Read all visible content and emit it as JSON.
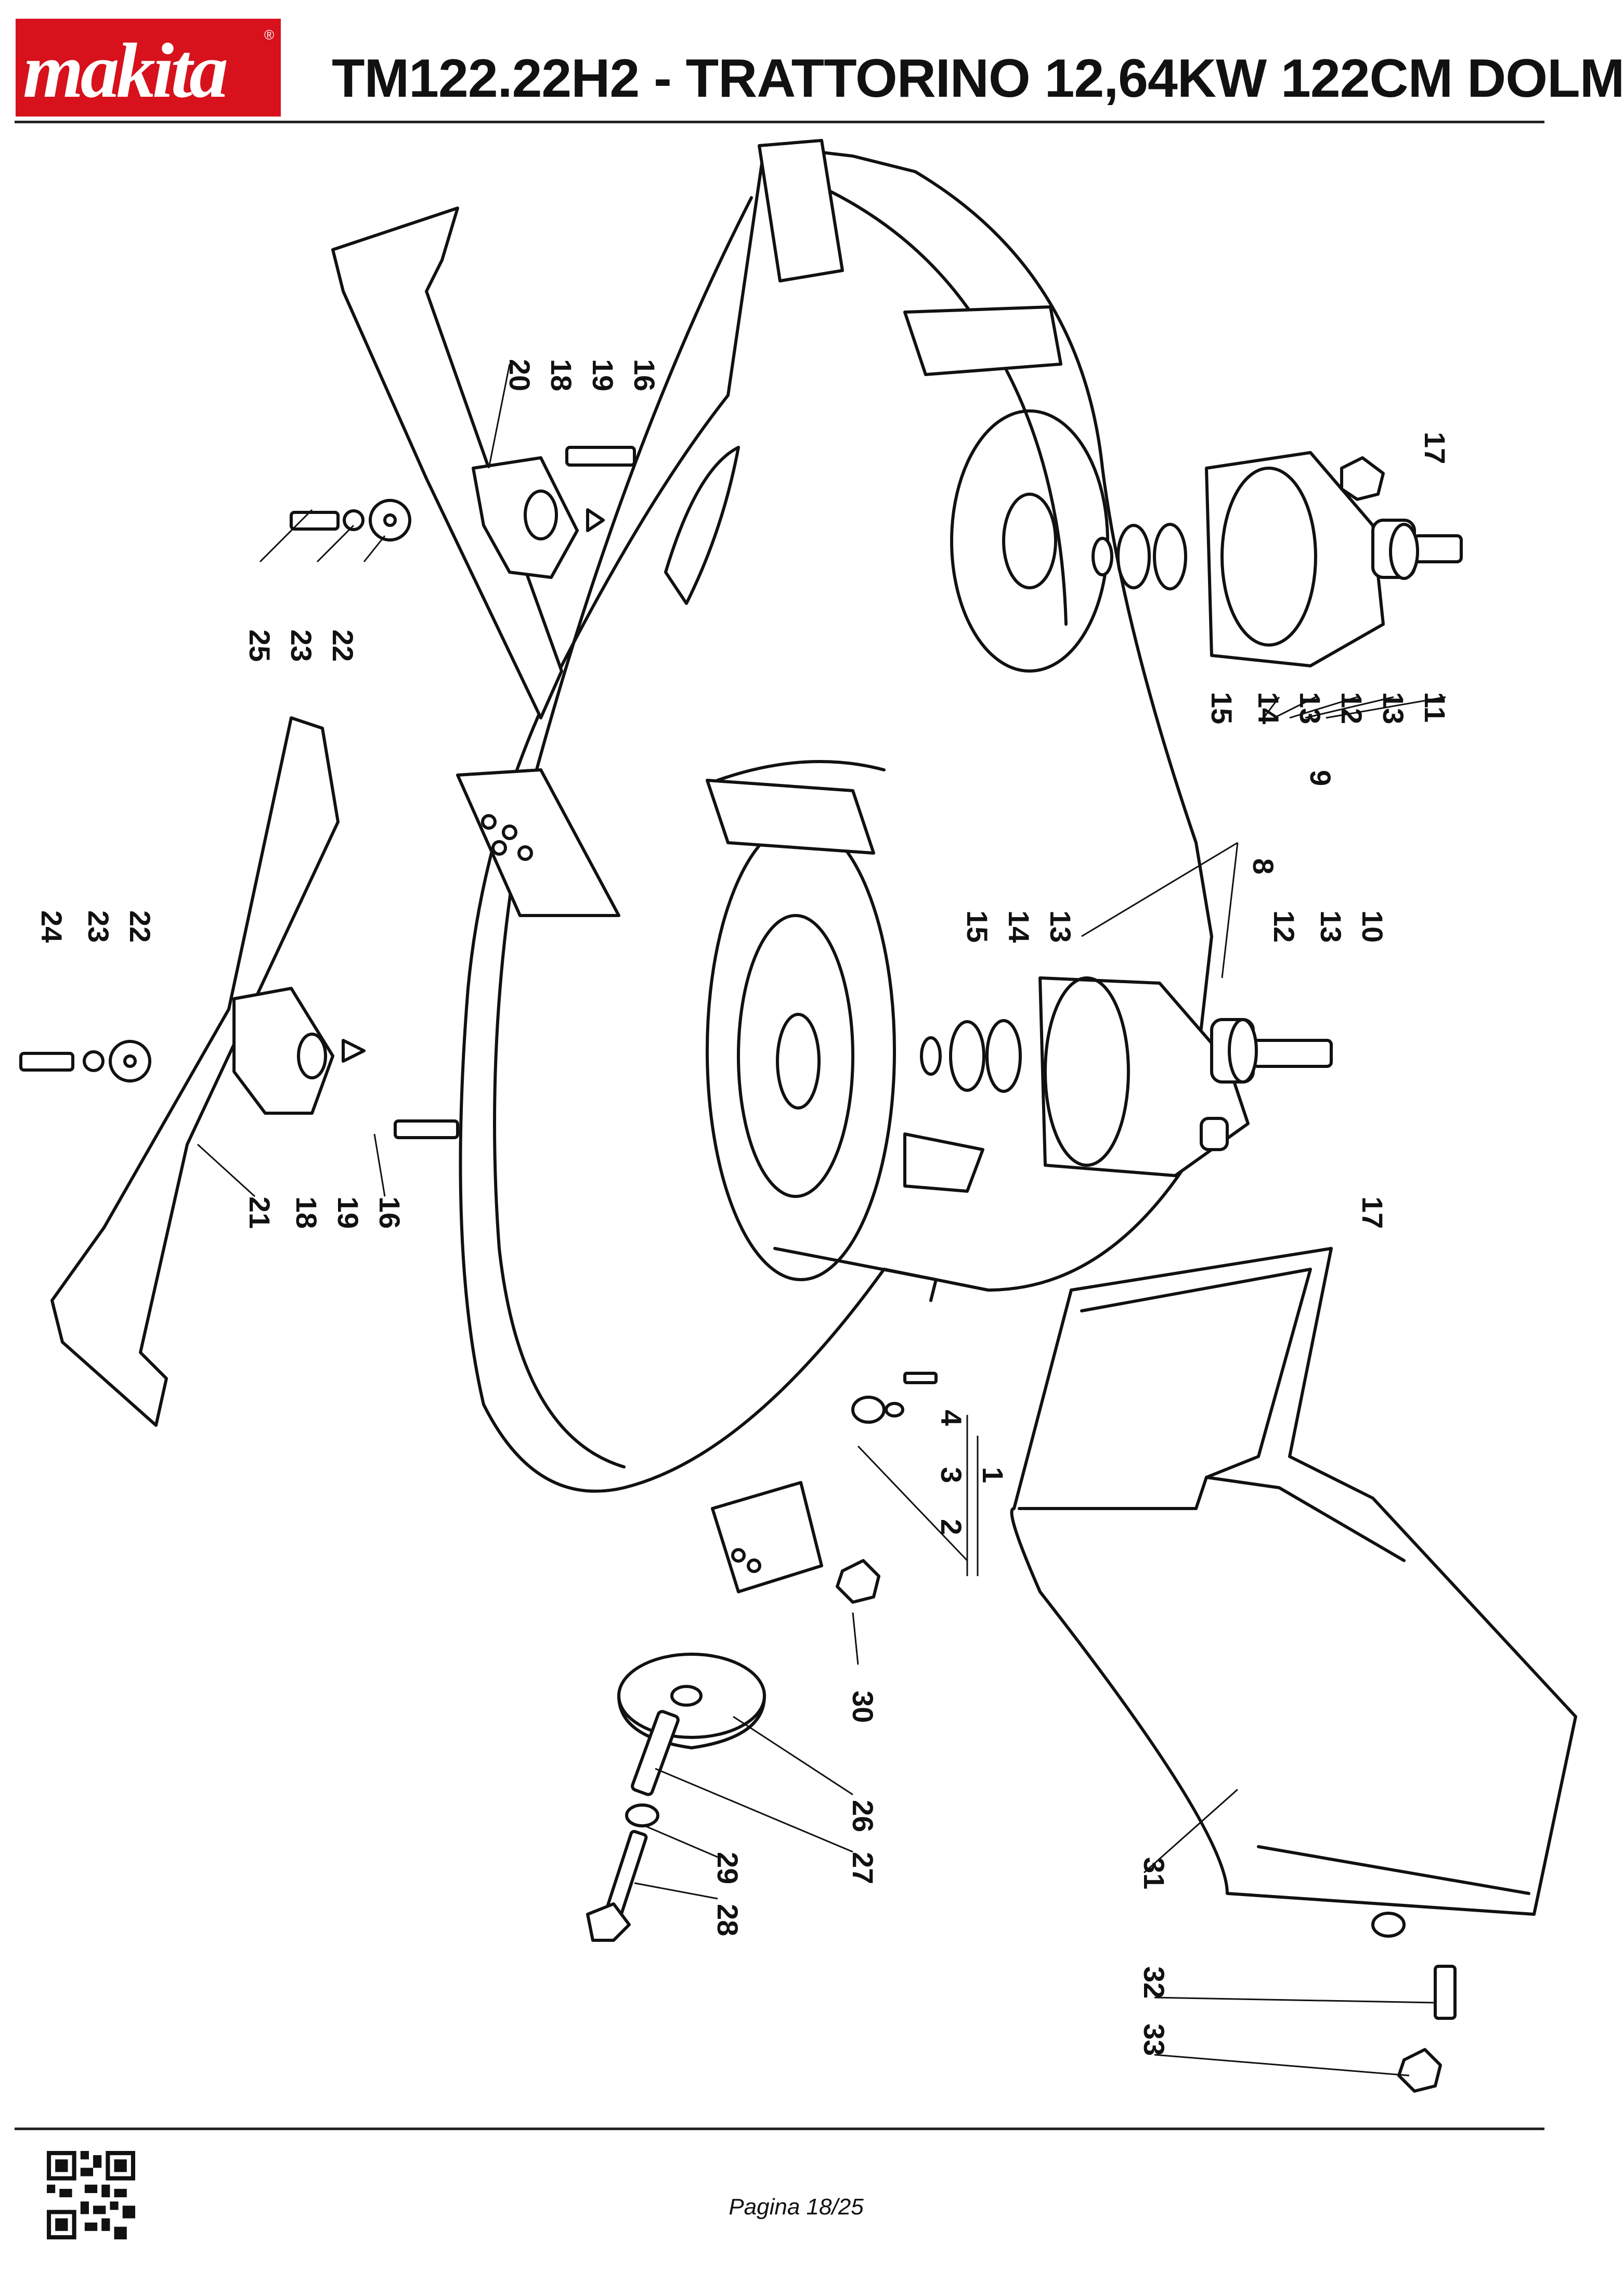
{
  "header": {
    "brand": "makita",
    "brand_mark": "®",
    "title": "TM122.22H2 - TRATTORINO 12,64KW 122CM DOLM"
  },
  "colors": {
    "brand_red": "#d7121c",
    "ink": "#111111"
  },
  "callouts": [
    "17",
    "11",
    "13",
    "12",
    "13",
    "14",
    "15",
    "9",
    "8",
    "10",
    "13",
    "12",
    "13",
    "14",
    "15",
    "17",
    "16",
    "19",
    "18",
    "20",
    "22",
    "23",
    "25",
    "22",
    "23",
    "24",
    "16",
    "19",
    "18",
    "21",
    "1",
    "4",
    "3",
    "2",
    "30",
    "26",
    "27",
    "29",
    "28",
    "31",
    "32",
    "33"
  ],
  "footer": {
    "page": "Pagina 18/25",
    "qr_icon": "qr-code-icon"
  }
}
